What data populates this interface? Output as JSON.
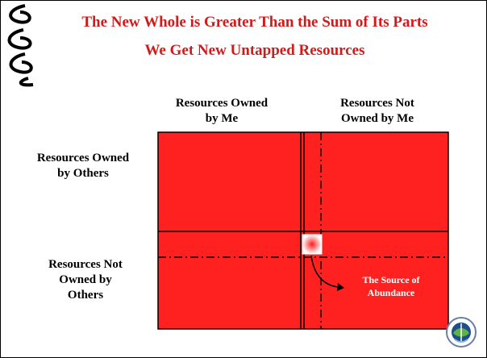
{
  "slide": {
    "title_line1": "The New Whole is Greater Than the Sum of Its Parts",
    "title_line2": "We Get New Untapped Resources"
  },
  "columns": {
    "owned_by_me": "Resources Owned\nby Me",
    "not_owned_by_me": "Resources Not\nOwned by Me"
  },
  "rows": {
    "owned_by_others": "Resources Owned\nby Others",
    "not_owned_by_others": "Resources Not\nOwned by\nOthers"
  },
  "annotation": "The Source of\nAbundance",
  "colors": {
    "title": "#d31a1a",
    "quadrant_fill": "#ff2020",
    "annotation_text": "#ffffff"
  }
}
